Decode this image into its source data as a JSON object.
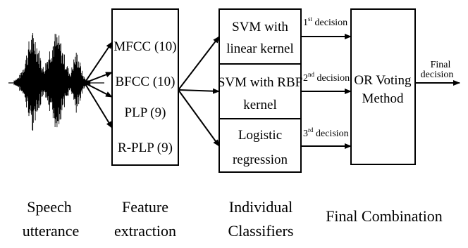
{
  "features": {
    "items": [
      "MFCC (10)",
      "BFCC (10)",
      "PLP (9)",
      "R-PLP (9)"
    ]
  },
  "classifiers": {
    "items": [
      {
        "line1": "SVM with",
        "line2": "linear kernel"
      },
      {
        "line1": "SVM with RBF",
        "line2": "kernel"
      },
      {
        "line1": "Logistic",
        "line2": "regression"
      }
    ]
  },
  "decisions": {
    "items": [
      {
        "num": "1",
        "sup": "st",
        "word": " decision"
      },
      {
        "num": "2",
        "sup": "nd",
        "word": " decision"
      },
      {
        "num": "3",
        "sup": "rd",
        "word": " decision"
      }
    ]
  },
  "combiner": {
    "line1": "OR Voting",
    "line2": "Method"
  },
  "output": {
    "line1": "Final",
    "line2": "decision"
  },
  "captions": {
    "speech": {
      "line1": "Speech",
      "line2": "utterance"
    },
    "feature": {
      "line1": "Feature",
      "line2": "extraction"
    },
    "classifiers": {
      "line1": "Individual",
      "line2": "Classifiers"
    },
    "combination": {
      "line1": "Final Combination"
    }
  },
  "colors": {
    "stroke": "#000000",
    "background": "#ffffff",
    "waveform": "#000000"
  }
}
